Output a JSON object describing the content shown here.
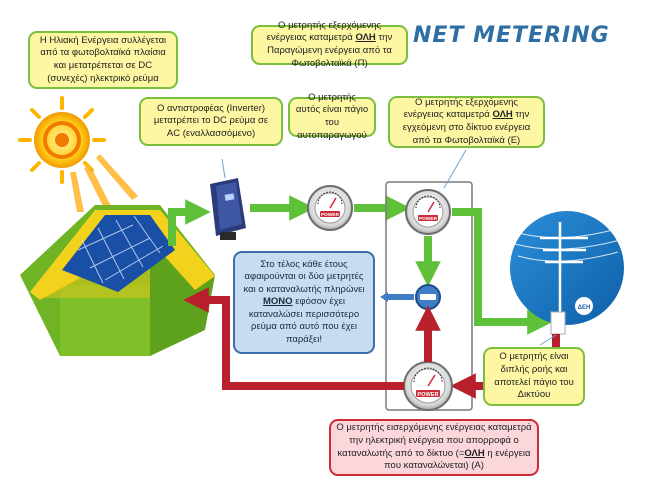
{
  "title": "NET METERING",
  "notes": {
    "solar": "Η Ηλιακή Ενέργεια συλλέγεται από τα φωτοβολταϊκά πλαίσια και μετατρέπεται σε DC (συνεχές) ηλεκτρικό ρεύμα",
    "produced_meter": {
      "pre": "Ο μετρητής εξερχόμενης ενέργειας καταμετρά ",
      "emph": "ΟΛΗ",
      "post": " την Παραγώμενη ενέργεια από τα Φωτοβολταϊκά (Π)"
    },
    "inverter": "Ο αντιστροφέας (Inverter) μετατρέπει το DC ρεύμα σε AC (εναλλασσόμενο)",
    "self_meter": "Ο μετρητής αυτός είναι πάγιο του αυτοπαραγωγού",
    "grid_out_meter": {
      "pre": "Ο μετρητής εξερχόμενης ενέργειας καταμετρά ",
      "emph": "ΟΛΗ",
      "post": " την εγχεόμενη στο δίκτυο ενέργεια από τα Φωτοβολταϊκά (Ε)"
    },
    "year_end": {
      "pre": "Στο τέλος κάθε έτους αφαιρούνται οι δύο μετρητές και ο καταναλωτής πληρώνει ",
      "emph": "ΜΟΝΟ",
      "post": " εφόσον έχει καταναλώσει περισσότερο ρεύμα από αυτό που έχει παράξει!"
    },
    "bidirectional": "Ο μετρητής είναι διπλής ροής και αποτελεί πάγιο του Δικτύου",
    "incoming_meter": {
      "pre": "Ο μετρητής εισερχόμενης ενέργειας καταμετρά την ηλεκτρική ενέργεια που απορροφά ο καταναλωτής από το δίκτυο (=",
      "emph": "ΟΛΗ",
      "post": " η ενέργεια που καταναλώνεται) (Α)"
    }
  },
  "meter_label": "POWER",
  "grid_logo": "ΔΕΗ",
  "colors": {
    "green": "#5fc13a",
    "red": "#b8202b",
    "title": "#2f6fa3",
    "house_wall": "#7fbf2a",
    "roof": "#f2d21c"
  }
}
